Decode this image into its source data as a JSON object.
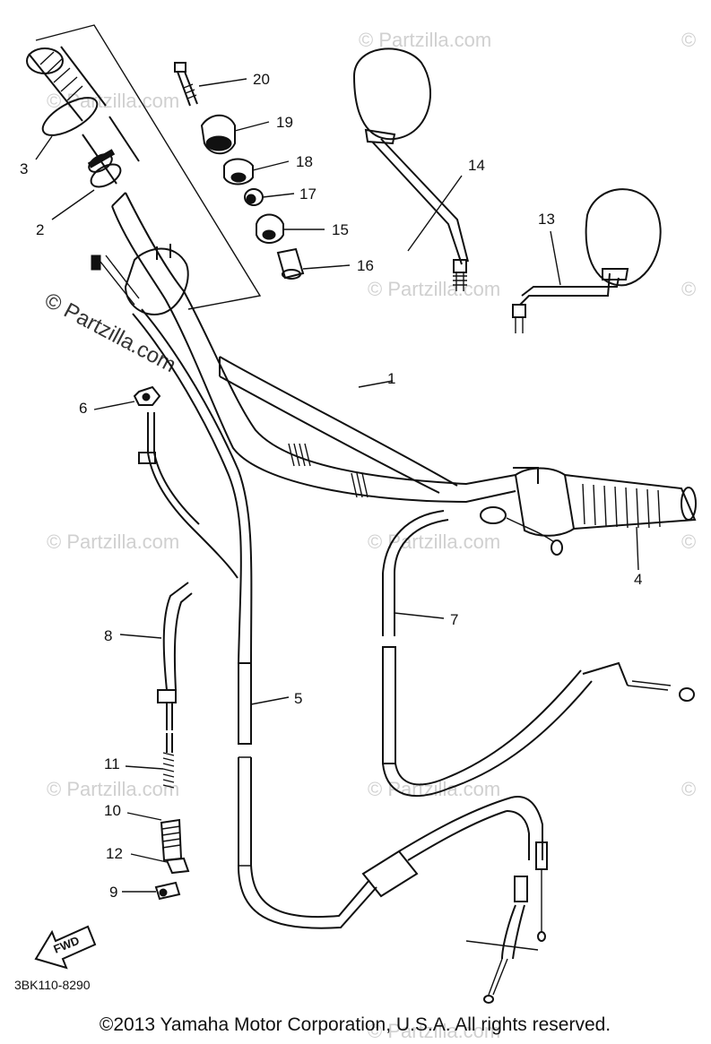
{
  "watermarks": {
    "brand": "© Partzilla.com",
    "short": "© Partzilla.com",
    "mark": "©"
  },
  "parts": {
    "p1": "1",
    "p2": "2",
    "p3": "3",
    "p4": "4",
    "p5": "5",
    "p6": "6",
    "p7": "7",
    "p8": "8",
    "p9": "9",
    "p10": "10",
    "p11": "11",
    "p12": "12",
    "p13": "13",
    "p14": "14",
    "p15": "15",
    "p16": "16",
    "p17": "17",
    "p18": "18",
    "p19": "19",
    "p20": "20"
  },
  "fwd_label": "FWD",
  "diagram_code": "3BK110-8290",
  "copyright": "©2013 Yamaha Motor Corporation, U.S.A. All rights reserved."
}
